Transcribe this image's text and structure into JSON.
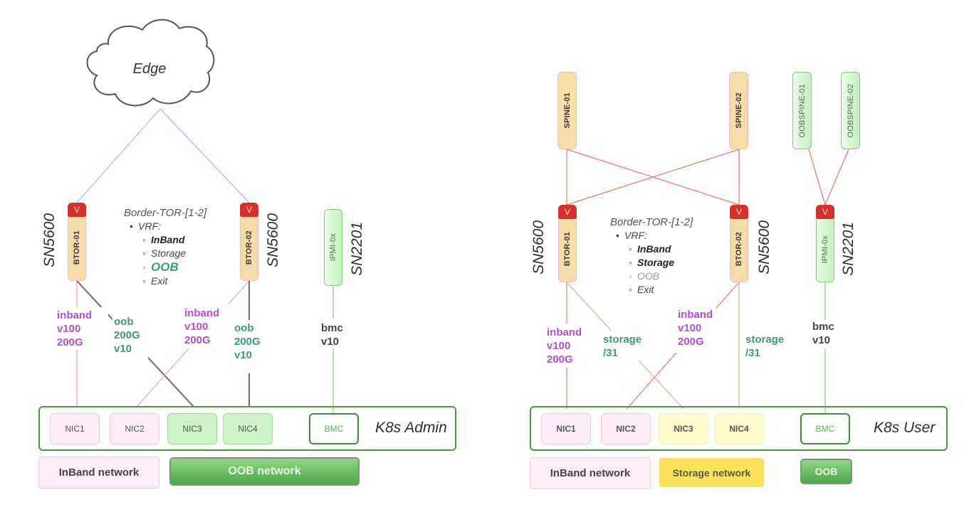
{
  "left_panel": {
    "cloud": {
      "label": "Edge"
    },
    "switches": [
      {
        "id": "btor-01",
        "label": "BTOR-01",
        "head": "V",
        "model": "SN5600"
      },
      {
        "id": "btor-02",
        "label": "BTOR-02",
        "head": "V",
        "model": "SN5600"
      },
      {
        "id": "ipmi-0x",
        "label": "IPMI-0x",
        "model": "SN2201"
      }
    ],
    "vrf": {
      "title": "Border-TOR-[1-2]",
      "bullet": "VRF:",
      "items": [
        {
          "label": "InBand",
          "style": "bold"
        },
        {
          "label": "Storage",
          "style": "normal"
        },
        {
          "label": "OOB",
          "style": "highlight"
        },
        {
          "label": "Exit",
          "style": "normal"
        }
      ]
    },
    "link_labels": [
      {
        "lines": [
          "inband",
          "v100",
          "200G"
        ],
        "color": "#b84ad8"
      },
      {
        "lines": [
          "oob",
          "200G",
          "v10"
        ],
        "color": "#3d9880"
      },
      {
        "lines": [
          "inband",
          "v100",
          "200G"
        ],
        "color": "#b84ad8"
      },
      {
        "lines": [
          "oob",
          "200G",
          "v10"
        ],
        "color": "#3d9880"
      },
      {
        "lines": [
          "bmc",
          "v10"
        ],
        "color": "#444444"
      }
    ],
    "host": {
      "name": "K8s Admin",
      "nics": [
        "NIC1",
        "NIC2",
        "NIC3",
        "NIC4",
        "BMC"
      ]
    },
    "legend": [
      "InBand network",
      "OOB network"
    ]
  },
  "right_panel": {
    "spines": [
      {
        "id": "spine-01",
        "label": "SPINE-01"
      },
      {
        "id": "spine-02",
        "label": "SPINE-02"
      },
      {
        "id": "oobspine-01",
        "label": "OOBSPINE-01"
      },
      {
        "id": "oobspine-02",
        "label": "OOBSPINE-02"
      }
    ],
    "switches": [
      {
        "id": "btor-01",
        "label": "BTOR-01",
        "head": "V",
        "model": "SN5600"
      },
      {
        "id": "btor-02",
        "label": "BTOR-02",
        "head": "V",
        "model": "SN5600"
      },
      {
        "id": "ipmi-0x",
        "label": "IPMI-0x",
        "head": "V",
        "model": "SN2201"
      }
    ],
    "vrf": {
      "title": "Border-TOR-[1-2]",
      "bullet": "VRF:",
      "items": [
        {
          "label": "InBand",
          "style": "bold"
        },
        {
          "label": "Storage",
          "style": "bold"
        },
        {
          "label": "OOB",
          "style": "faded"
        },
        {
          "label": "Exit",
          "style": "normal"
        }
      ]
    },
    "link_labels": [
      {
        "lines": [
          "inband",
          "v100",
          "200G"
        ],
        "color": "#b84ad8"
      },
      {
        "lines": [
          "storage",
          "/31"
        ],
        "color": "#3d9880"
      },
      {
        "lines": [
          "inband",
          "v100",
          "200G"
        ],
        "color": "#b84ad8"
      },
      {
        "lines": [
          "storage",
          "/31"
        ],
        "color": "#3d9880"
      },
      {
        "lines": [
          "bmc",
          "v10"
        ],
        "color": "#444444"
      }
    ],
    "host": {
      "name": "K8s User",
      "nics": [
        "NIC1",
        "NIC2",
        "NIC3",
        "NIC4",
        "BMC"
      ]
    },
    "legend": [
      "InBand network",
      "Storage network",
      "OOB"
    ]
  },
  "colors": {
    "inband_wire_left": "#d9a6f2",
    "oob_wire": "#7a6a55",
    "bmc_wire": "#8fd085",
    "red_wire": "#ee7070",
    "storage_wire": "#cfc4a8",
    "switch_head": "#d5302a",
    "host_border": "#4a9a42"
  }
}
